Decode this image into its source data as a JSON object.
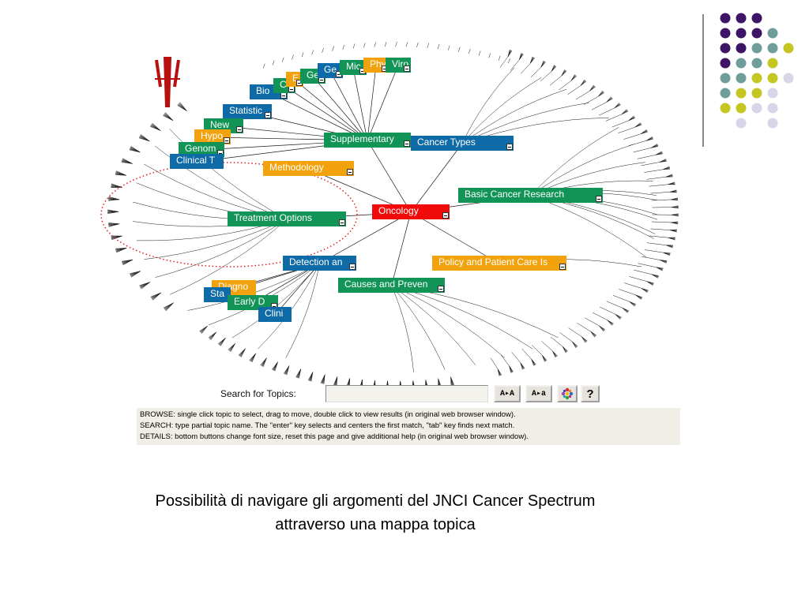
{
  "nodes": [
    {
      "label": "Oncology",
      "color": "red",
      "expand": true
    },
    {
      "label": "Supplementary",
      "color": "green",
      "expand": true
    },
    {
      "label": "Cancer Types",
      "color": "blue",
      "expand": true
    },
    {
      "label": "Methodology",
      "color": "orange",
      "expand": true
    },
    {
      "label": "Basic Cancer Research",
      "color": "green",
      "expand": true
    },
    {
      "label": "Treatment Options",
      "color": "green",
      "expand": true
    },
    {
      "label": "Detection an",
      "color": "blue",
      "expand": true
    },
    {
      "label": "Policy and Patient Care Is",
      "color": "orange",
      "expand": true
    },
    {
      "label": "Causes and Preven",
      "color": "green",
      "expand": true
    },
    {
      "label": "Statistic",
      "color": "blue",
      "expand": true
    },
    {
      "label": "New",
      "color": "green",
      "expand": true
    },
    {
      "label": "Hypo",
      "color": "orange",
      "expand": true
    },
    {
      "label": "Genom",
      "color": "green",
      "expand": true
    },
    {
      "label": "Clinical T",
      "color": "blue",
      "expand": false
    },
    {
      "label": "Bio",
      "color": "blue",
      "expand": true
    },
    {
      "label": "C",
      "color": "green",
      "expand": true
    },
    {
      "label": "E",
      "color": "orange",
      "expand": true
    },
    {
      "label": "Ge",
      "color": "green",
      "expand": true
    },
    {
      "label": "Ge",
      "color": "blue",
      "expand": true
    },
    {
      "label": "Mic",
      "color": "green",
      "expand": true
    },
    {
      "label": "Phy",
      "color": "orange",
      "expand": true
    },
    {
      "label": "Viro",
      "color": "green",
      "expand": true
    },
    {
      "label": "Diagno",
      "color": "orange",
      "expand": false
    },
    {
      "label": "Sta",
      "color": "blue",
      "expand": false
    },
    {
      "label": "Early D",
      "color": "green",
      "expand": true
    },
    {
      "label": "Clini",
      "color": "blue",
      "expand": false
    }
  ],
  "search": {
    "label": "Search for Topics:",
    "value": ""
  },
  "toolbar": {
    "font_larger": "A▸A",
    "font_smaller": "A▸a",
    "reset_icon": "reset-icon",
    "help": "?"
  },
  "instructions": [
    "BROWSE: single click topic to select, drag to move, double click to view results (in original web browser window).",
    "SEARCH: type partial topic name.  The \"enter\" key selects and centers the first match, \"tab\" key finds next match.",
    "DETAILS: bottom buttons change font size, reset this page and give additional help (in original web browser window)."
  ],
  "caption": {
    "line1": "Possibilità di navigare gli argomenti del JNCI Cancer Spectrum",
    "line2": "attraverso una mappa topica"
  },
  "colors": {
    "green": "#119455",
    "blue": "#0e6ba8",
    "orange": "#f2a20c",
    "red": "#f00a0a",
    "purple": "#3d1466",
    "teal": "#6f9e9a",
    "lime": "#c5c622",
    "lavender": "#d6d6e8"
  },
  "dot_grid": [
    [
      null,
      "purple",
      "purple",
      "purple",
      null
    ],
    [
      null,
      "purple",
      "purple",
      "purple",
      "teal"
    ],
    [
      null,
      "purple",
      "purple",
      "teal",
      "teal",
      "lime"
    ],
    [
      null,
      "purple",
      "teal",
      "teal",
      "lime"
    ],
    [
      null,
      "teal",
      "teal",
      "lime",
      "lime",
      "lavender"
    ],
    [
      null,
      "teal",
      "lime",
      "lime",
      "lavender"
    ],
    [
      null,
      "lime",
      "lime",
      "lavender",
      "lavender"
    ],
    [
      null,
      null,
      "lavender",
      null,
      "lavender"
    ]
  ]
}
